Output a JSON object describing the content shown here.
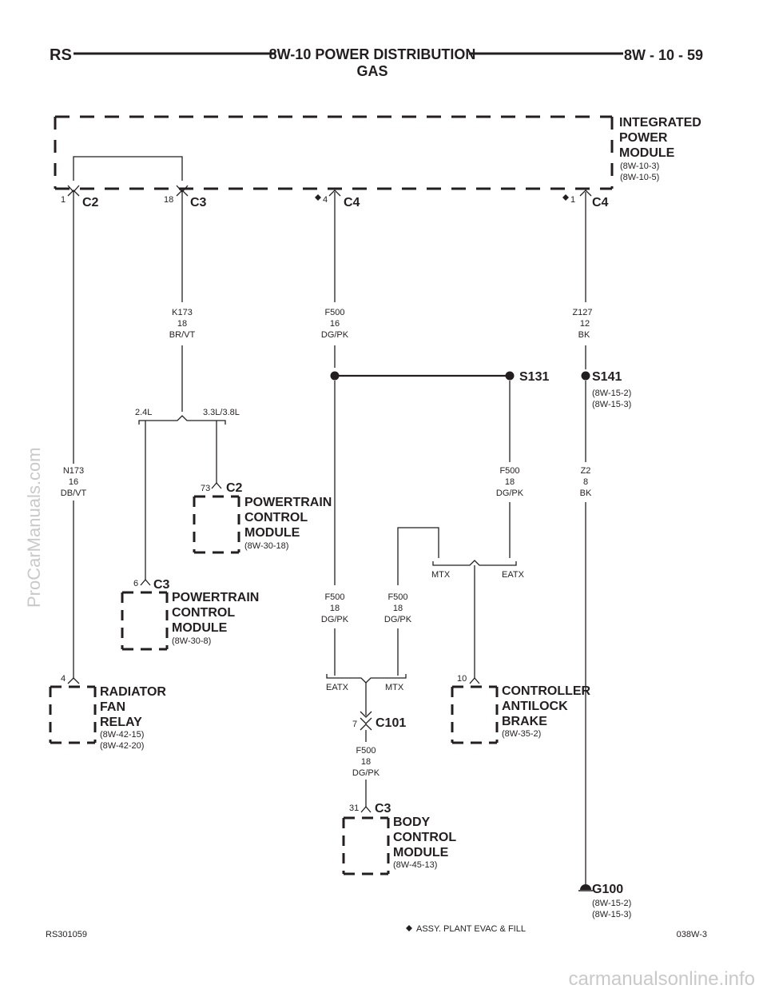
{
  "header": {
    "left": "RS",
    "title_line1": "8W-10 POWER DISTRIBUTION",
    "title_line2": "GAS",
    "right": "8W - 10 - 59"
  },
  "footer": {
    "left": "RS301059",
    "note": "ASSY. PLANT EVAC & FILL",
    "right": "038W-3"
  },
  "watermarks": {
    "side": "ProCarManuals.com",
    "bottom": "carmanualsonline.info"
  },
  "ipm": {
    "name1": "INTEGRATED",
    "name2": "POWER",
    "name3": "MODULE",
    "ref1": "(8W-10-3)",
    "ref2": "(8W-10-5)"
  },
  "connectors": {
    "c2_pin": "1",
    "c2_name": "C2",
    "c3_pin": "18",
    "c3_name": "C3",
    "c4a_pin": "4",
    "c4a_name": "C4",
    "c4b_pin": "1",
    "c4b_name": "C4"
  },
  "wires": {
    "k173": [
      "K173",
      "18",
      "BR/VT"
    ],
    "f500_16": [
      "F500",
      "16",
      "DG/PK"
    ],
    "z127": [
      "Z127",
      "12",
      "BK"
    ],
    "n173": [
      "N173",
      "16",
      "DB/VT"
    ],
    "f500_s131": [
      "F500",
      "18",
      "DG/PK"
    ],
    "z2": [
      "Z2",
      "8",
      "BK"
    ],
    "f500_left": [
      "F500",
      "18",
      "DG/PK"
    ],
    "f500_mid": [
      "F500",
      "18",
      "DG/PK"
    ],
    "f500_c101": [
      "F500",
      "18",
      "DG/PK"
    ]
  },
  "splices": {
    "s131": "S131",
    "s141": "S141",
    "s141_ref1": "(8W-15-2)",
    "s141_ref2": "(8W-15-3)"
  },
  "options": {
    "engine_24": "2.4L",
    "engine_33": "3.3L/3.8L",
    "mtx_top": "MTX",
    "eatx_top": "EATX",
    "eatx_bottom": "EATX",
    "mtx_bottom": "MTX"
  },
  "pcm_c2": {
    "pin": "73",
    "conn": "C2",
    "name1": "POWERTRAIN",
    "name2": "CONTROL",
    "name3": "MODULE",
    "ref": "(8W-30-18)"
  },
  "pcm_c3": {
    "pin": "6",
    "conn": "C3",
    "name1": "POWERTRAIN",
    "name2": "CONTROL",
    "name3": "MODULE",
    "ref": "(8W-30-8)"
  },
  "relay": {
    "pin": "4",
    "name1": "RADIATOR",
    "name2": "FAN",
    "name3": "RELAY",
    "ref1": "(8W-42-15)",
    "ref2": "(8W-42-20)"
  },
  "c101": {
    "pin": "7",
    "name": "C101"
  },
  "bcm": {
    "pin": "31",
    "conn": "C3",
    "name1": "BODY",
    "name2": "CONTROL",
    "name3": "MODULE",
    "ref": "(8W-45-13)"
  },
  "cab": {
    "pin": "10",
    "name1": "CONTROLLER",
    "name2": "ANTILOCK",
    "name3": "BRAKE",
    "ref": "(8W-35-2)"
  },
  "ground": {
    "name": "G100",
    "ref1": "(8W-15-2)",
    "ref2": "(8W-15-3)"
  }
}
